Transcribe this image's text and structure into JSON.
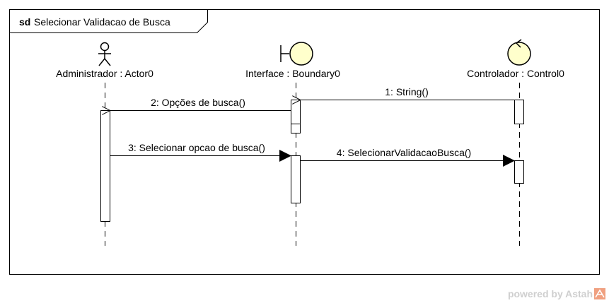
{
  "frame": {
    "keyword": "sd",
    "title": "Selecionar Validacao de Busca"
  },
  "lifelines": [
    {
      "label": "Administrador : Actor0",
      "kind": "actor"
    },
    {
      "label": "Interface : Boundary0",
      "kind": "boundary"
    },
    {
      "label": "Controlador : Control0",
      "kind": "control"
    }
  ],
  "messages": [
    {
      "label": "1: String()",
      "from": "Controlador : Control0",
      "to": "Interface : Boundary0",
      "style": "open-arrow"
    },
    {
      "label": "2: Opções de busca()",
      "from": "Interface : Boundary0",
      "to": "Administrador : Actor0",
      "style": "open-arrow"
    },
    {
      "label": "3: Selecionar opcao de busca()",
      "from": "Administrador : Actor0",
      "to": "Interface : Boundary0",
      "style": "filled-arrow"
    },
    {
      "label": "4: SelecionarValidacaoBusca()",
      "from": "Interface : Boundary0",
      "to": "Controlador : Control0",
      "style": "filled-arrow"
    }
  ],
  "watermark": {
    "text": "powered by Astah"
  },
  "colors": {
    "stereotype_fill": "#ffffcc",
    "line": "#000000",
    "watermark": "#cfcfcf",
    "watermark_logo": "#f0a080"
  }
}
